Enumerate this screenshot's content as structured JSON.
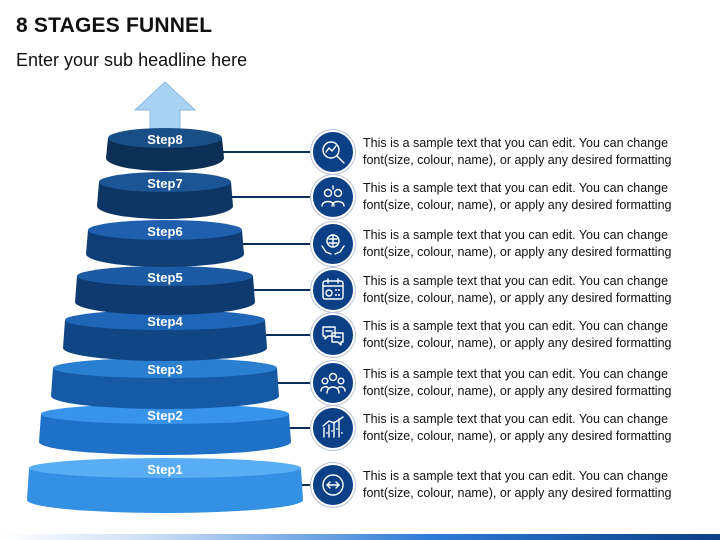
{
  "header": {
    "title": "8 STAGES FUNNEL",
    "subtitle": "Enter your sub headline here"
  },
  "colors": {
    "connector": "#0b2f5c",
    "icon_bg": "#0b3f86",
    "arrow_fill": "#aad2f2",
    "arrow_stroke": "#8ab8e0"
  },
  "stages": [
    {
      "label": "Step8",
      "icon": "analytics-magnifier-icon",
      "top": "#1a4e86",
      "side": "#0c2f56",
      "text": "This is a sample text that you can edit. You can change font(size, colour, name), or apply any desired formatting"
    },
    {
      "label": "Step7",
      "icon": "team-users-icon",
      "top": "#1b5596",
      "side": "#0d3665",
      "text": "This is a sample text that you can edit. You can change font(size, colour, name), or apply any desired formatting"
    },
    {
      "label": "Step6",
      "icon": "brain-hands-icon",
      "top": "#1f5fae",
      "side": "#0f3e76",
      "text": "This is a sample text that you can edit. You can change font(size, colour, name), or apply any desired formatting"
    },
    {
      "label": "Step5",
      "icon": "calendar-gear-icon",
      "top": "#1c5ba3",
      "side": "#0e3a6f",
      "text": "This is a sample text that you can edit. You can change font(size, colour, name), or apply any desired formatting"
    },
    {
      "label": "Step4",
      "icon": "chat-bubbles-icon",
      "top": "#1f66b8",
      "side": "#114684",
      "text": "This is a sample text that you can edit. You can change font(size, colour, name), or apply any desired formatting"
    },
    {
      "label": "Step3",
      "icon": "group-people-icon",
      "top": "#2a7fd1",
      "side": "#165aa6",
      "text": "This is a sample text that you can edit. You can change font(size, colour, name), or apply any desired formatting"
    },
    {
      "label": "Step2",
      "icon": "growth-chart-icon",
      "top": "#3894ea",
      "side": "#1f71c8",
      "text": "This is a sample text that you can edit. You can change font(size, colour, name), or apply any desired formatting"
    },
    {
      "label": "Step1",
      "icon": "horizontal-arrows-icon",
      "top": "#58adf4",
      "side": "#3390e2",
      "text": "This is a sample text that you can edit. You can change font(size, colour, name), or apply any desired formatting"
    }
  ]
}
